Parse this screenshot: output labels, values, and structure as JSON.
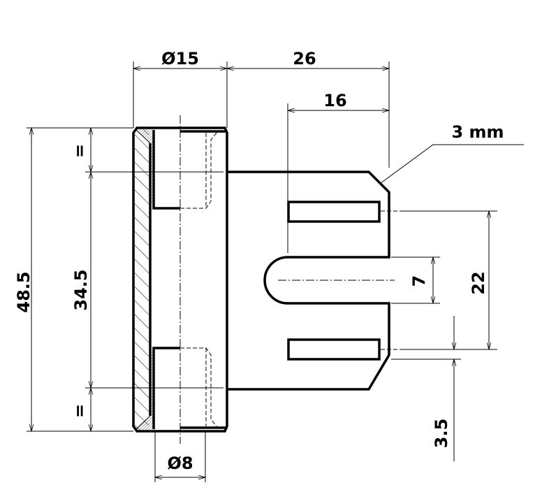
{
  "drawing": {
    "dimensions": {
      "outer_diameter": "Ø15",
      "plate_length": "26",
      "slot_length": "16",
      "thickness": "3 mm",
      "total_height": "48.5",
      "inner_height": "34.5",
      "equal_top": "=",
      "equal_bottom": "=",
      "pin_diameter": "Ø8",
      "slot_width": "7",
      "slot_spacing": "22",
      "edge_offset": "3.5"
    }
  }
}
